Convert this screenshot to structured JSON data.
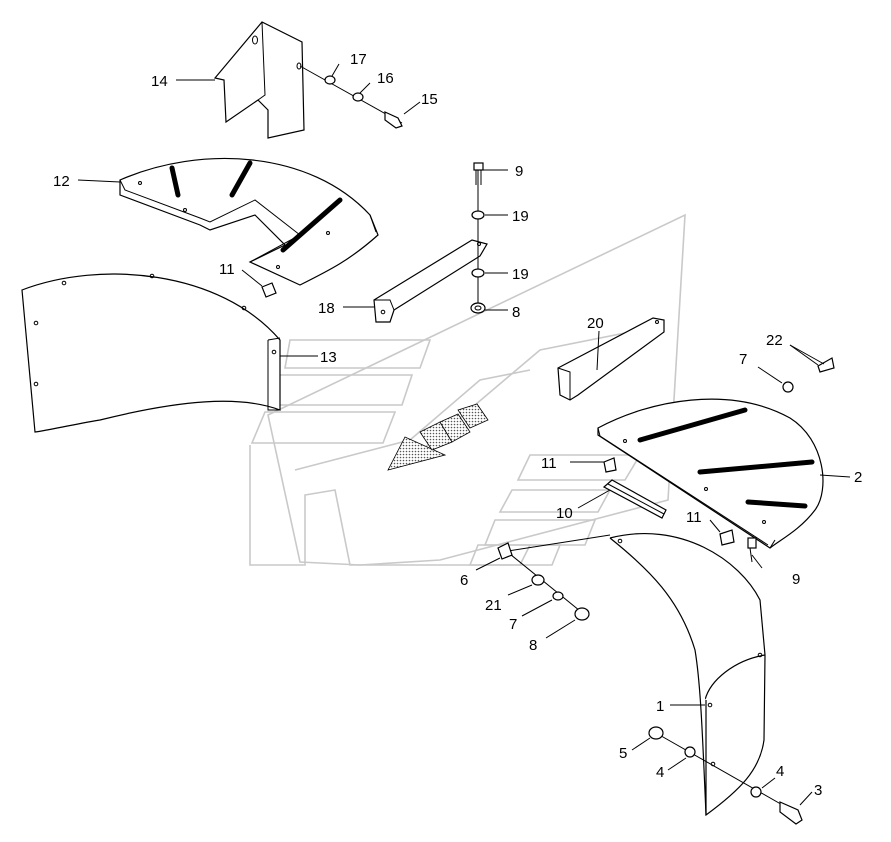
{
  "diagram": {
    "callouts": [
      {
        "id": "c14",
        "text": "14"
      },
      {
        "id": "c17",
        "text": "17"
      },
      {
        "id": "c16",
        "text": "16"
      },
      {
        "id": "c15",
        "text": "15"
      },
      {
        "id": "c12",
        "text": "12"
      },
      {
        "id": "c9a",
        "text": "9"
      },
      {
        "id": "c19a",
        "text": "19"
      },
      {
        "id": "c11a",
        "text": "11"
      },
      {
        "id": "c19b",
        "text": "19"
      },
      {
        "id": "c18",
        "text": "18"
      },
      {
        "id": "c8a",
        "text": "8"
      },
      {
        "id": "c13",
        "text": "13"
      },
      {
        "id": "c20",
        "text": "20"
      },
      {
        "id": "c22",
        "text": "22"
      },
      {
        "id": "c7a",
        "text": "7"
      },
      {
        "id": "c2",
        "text": "2"
      },
      {
        "id": "c11b",
        "text": "11"
      },
      {
        "id": "c10",
        "text": "10"
      },
      {
        "id": "c11c",
        "text": "11"
      },
      {
        "id": "c9b",
        "text": "9"
      },
      {
        "id": "c6",
        "text": "6"
      },
      {
        "id": "c21",
        "text": "21"
      },
      {
        "id": "c7b",
        "text": "7"
      },
      {
        "id": "c8b",
        "text": "8"
      },
      {
        "id": "c1",
        "text": "1"
      },
      {
        "id": "c5",
        "text": "5"
      },
      {
        "id": "c4a",
        "text": "4"
      },
      {
        "id": "c4b",
        "text": "4"
      },
      {
        "id": "c3",
        "text": "3"
      }
    ]
  }
}
